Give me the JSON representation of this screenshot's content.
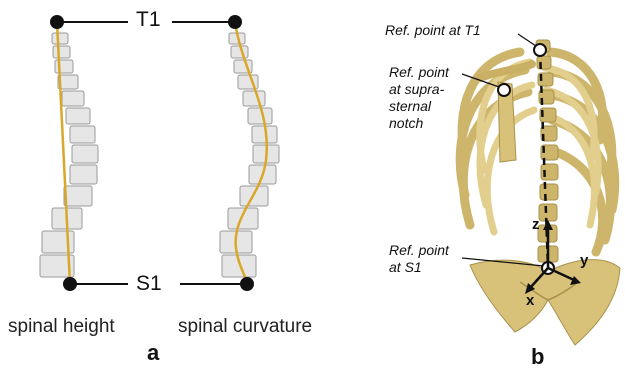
{
  "panel_a": {
    "label": "a",
    "level_top": "T1",
    "level_bottom": "S1",
    "caption_left": "spinal height",
    "caption_right": "spinal curvature"
  },
  "panel_b": {
    "label": "b",
    "ref_t1": "Ref. point at T1",
    "ref_notch_lines": [
      "Ref. point",
      "at supra-",
      "sternal",
      "notch"
    ],
    "ref_s1_lines": [
      "Ref. point",
      "at S1"
    ],
    "axes": {
      "z": "z",
      "y": "y",
      "x": "x"
    }
  },
  "colors": {
    "spine_line": "#d9a82a",
    "bone": "#d8c27a",
    "bone_dark": "#a8914a",
    "vertebra": "#e6e6e6",
    "vertebra_edge": "#9a9a9a",
    "marker": "#111111"
  }
}
